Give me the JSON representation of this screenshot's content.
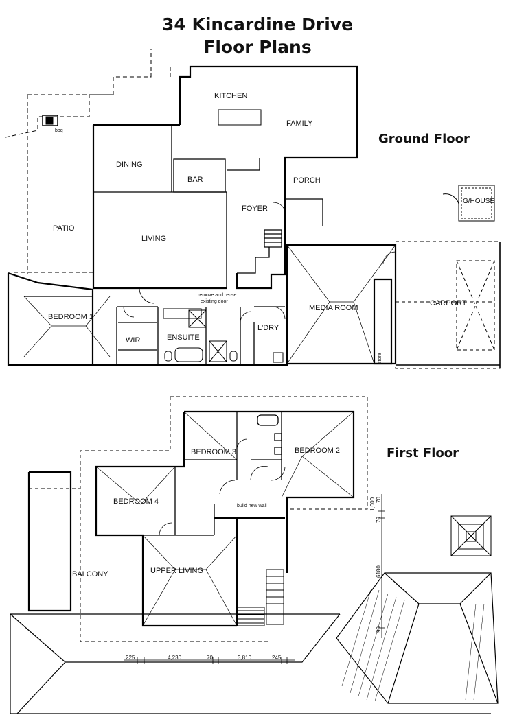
{
  "header": {
    "title_line1": "34 Kincardine Drive",
    "title_line2": "Floor Plans"
  },
  "ground_floor": {
    "label": "Ground Floor",
    "rooms": {
      "kitchen": "KITCHEN",
      "family": "FAMILY",
      "dining": "DINING",
      "bar": "BAR",
      "porch": "PORCH",
      "foyer": "FOYER",
      "patio": "PATIO",
      "living": "LIVING",
      "bedroom1": "BEDROOM 1",
      "wir": "WIR",
      "ensuite": "ENSUITE",
      "laundry": "L'DRY",
      "media_room": "MEDIA ROOM",
      "carport": "CARPORT",
      "glasshouse": "G/HOUSE"
    },
    "notes": {
      "bbq": "bbq",
      "remove_reuse_line1": "remove and reuse",
      "remove_reuse_line2": "existing door",
      "store": "store"
    }
  },
  "first_floor": {
    "label": "First Floor",
    "rooms": {
      "bedroom3": "BEDROOM 3",
      "bedroom2": "BEDROOM 2",
      "bedroom4": "BEDROOM 4",
      "balcony": "BALCONY",
      "upper_living": "UPPER LIVING"
    },
    "notes": {
      "build_new_wall": "build new wall"
    },
    "dimensions": {
      "d1": "225",
      "d2": "4,230",
      "d3": "70",
      "d4": "3,810",
      "d5": "245",
      "v1": "1,000",
      "v2": "70",
      "v3": "70",
      "v4": "6180",
      "v5": "90"
    }
  }
}
